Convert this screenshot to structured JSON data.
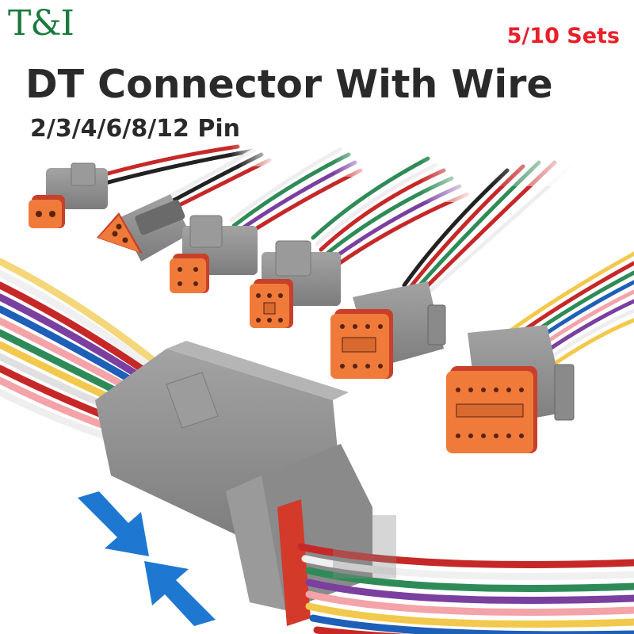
{
  "brand": {
    "logo_text": "T&I",
    "color": "#1a7a3c"
  },
  "badge": {
    "text": "5/10 Sets",
    "color": "#e8202a"
  },
  "heading": {
    "title": "DT Connector With Wire",
    "subtitle": "2/3/4/6/8/12 Pin"
  },
  "product_images": [
    {
      "pins": "2",
      "icon": "connector-2pin"
    },
    {
      "pins": "3",
      "icon": "connector-3pin"
    },
    {
      "pins": "4",
      "icon": "connector-4pin"
    },
    {
      "pins": "6",
      "icon": "connector-6pin"
    },
    {
      "pins": "8",
      "icon": "connector-8pin"
    },
    {
      "pins": "12",
      "icon": "connector-12pin"
    }
  ],
  "colors": {
    "housing": "#8e8e8e",
    "seal": "#f07a3a",
    "wedge": "#f5894a",
    "arrow": "#1e78d2"
  }
}
